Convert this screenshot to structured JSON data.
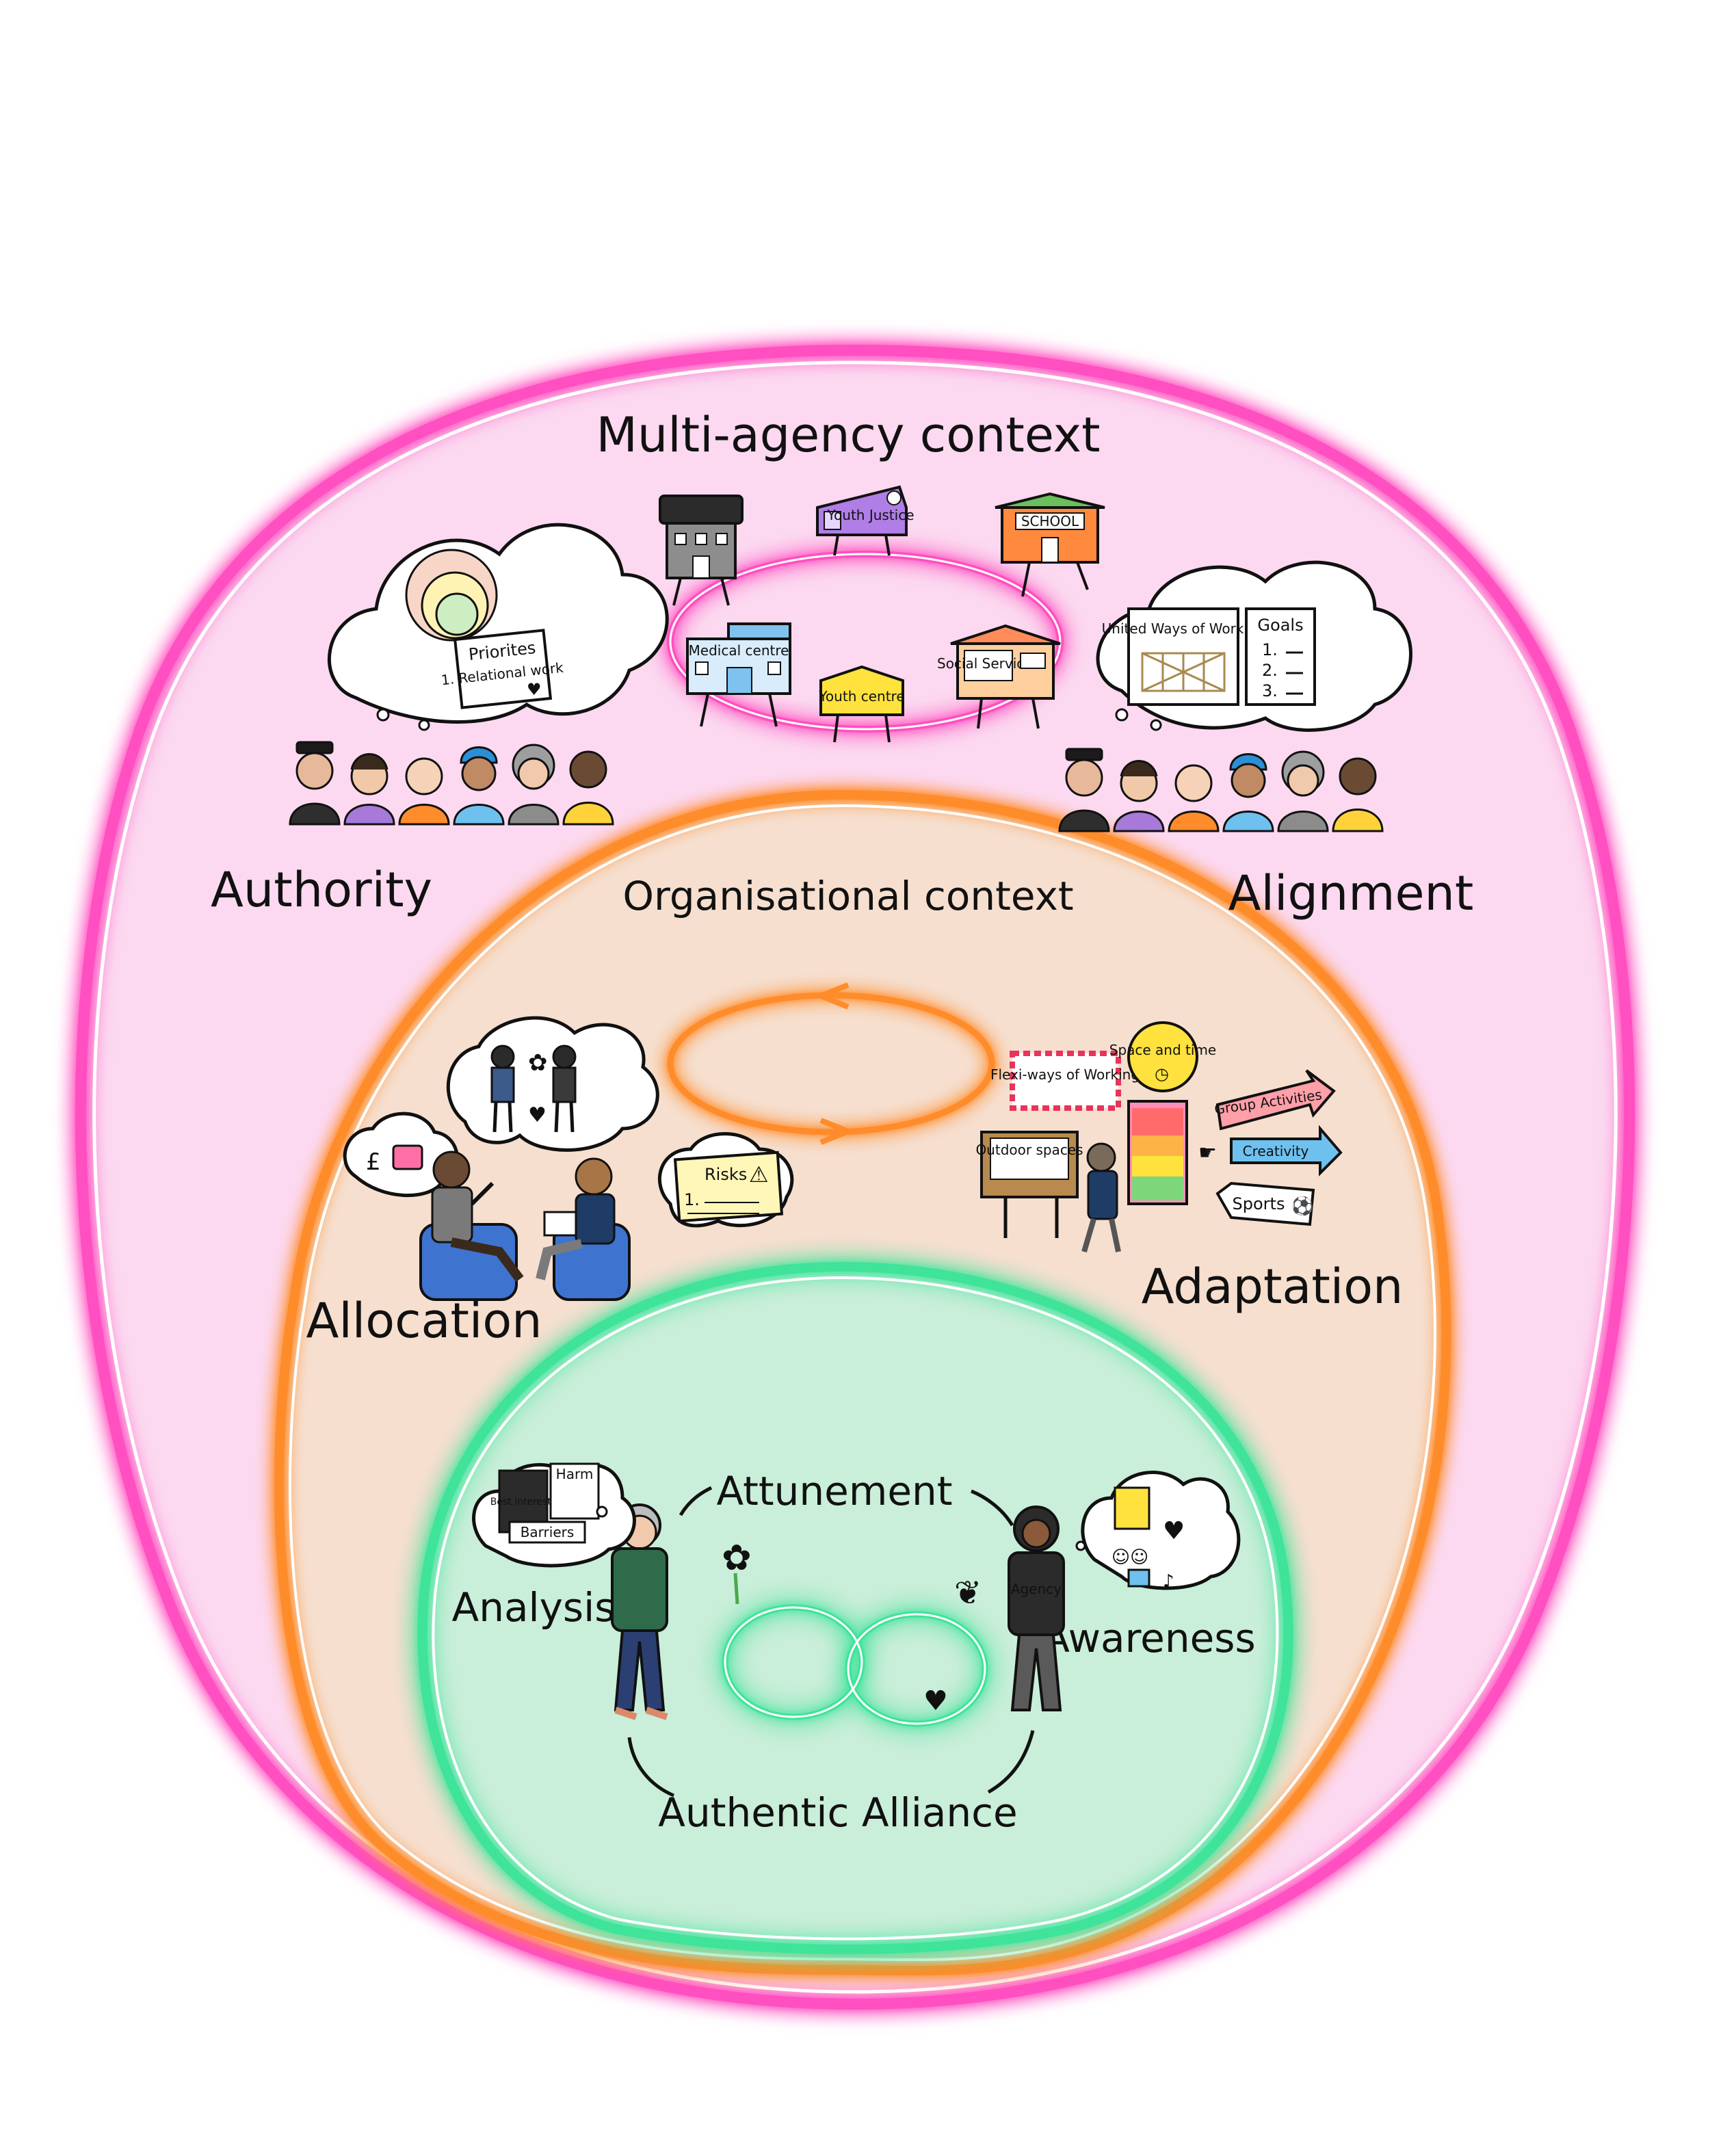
{
  "diagram": {
    "outer": {
      "title": "Multi-agency context",
      "left_label": "Authority",
      "right_label": "Alignment",
      "colors": {
        "fill": "#fcd9f0",
        "ring": "#ff4fc0"
      },
      "agencies": {
        "youth_justice": "Youth Justice",
        "school": "SCHOOL",
        "medical": "Medical centre",
        "youth_centre": "Youth centre",
        "social_services": "Social Services"
      },
      "left_thought": {
        "heading": "Priorites",
        "line": "1. Relational work"
      },
      "right_thought": {
        "board": "United Ways of Working",
        "goals_heading": "Goals",
        "goals": [
          "1.",
          "2.",
          "3."
        ]
      }
    },
    "middle": {
      "title": "Organisational context",
      "left_label": "Allocation",
      "right_label": "Adaptation",
      "colors": {
        "fill": "#f6dfcf",
        "ring": "#ff8c2a"
      },
      "risks_card": "Risks",
      "risks_line": "1.",
      "flexi_sign": "Flexi-ways of Working",
      "space_time_badge": "Space and time",
      "outdoor_sign": "Outdoor spaces",
      "arrows": [
        "Group Activities",
        "Creativity",
        "Sports"
      ]
    },
    "inner": {
      "top_label": "Attunement",
      "bottom_label": "Authentic Alliance",
      "left_label": "Analysis",
      "right_label": "Awareness",
      "colors": {
        "fill": "#c9eed9",
        "ring": "#3fe39a"
      },
      "left_thought": {
        "board": "Harm",
        "book": "Best interests",
        "sign": "Barriers"
      },
      "hoodie_text": "Agency"
    }
  }
}
